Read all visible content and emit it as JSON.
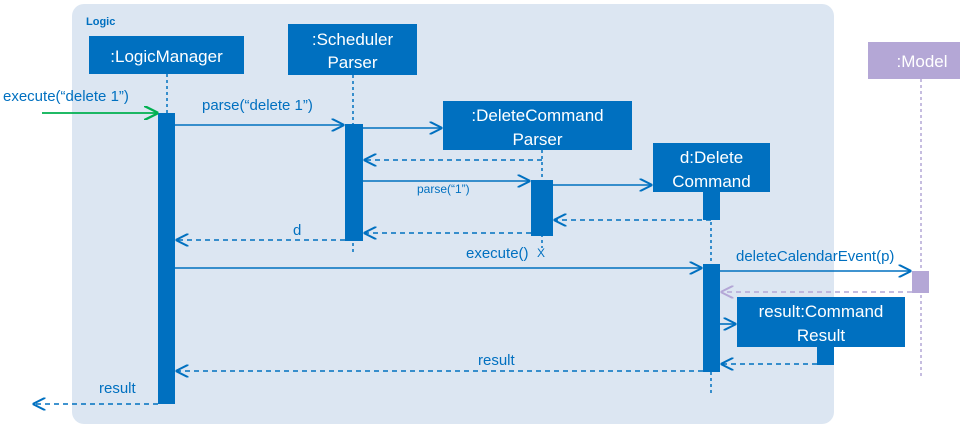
{
  "frame": {
    "title": "Logic"
  },
  "participants": {
    "logic_manager": ":LogicManager",
    "scheduler_parser": [
      ":Scheduler",
      "Parser"
    ],
    "delete_command_parser": [
      ":DeleteCommand",
      "Parser"
    ],
    "delete_command": [
      "d:Delete",
      "Command"
    ],
    "model": ":Model",
    "command_result": [
      "result:Command",
      "Result"
    ]
  },
  "messages": {
    "execute_in": "execute(“delete 1”)",
    "parse_delete": "parse(“delete 1”)",
    "parse_1": "parse(“1”)",
    "return_d": "d",
    "execute": "execute()",
    "destroy_mark": "X",
    "delete_calendar_event": "deleteCalendarEvent(p)",
    "return_result_inner": "result",
    "return_result_outer": "result"
  },
  "colors": {
    "logic_blue": "#0070C0",
    "frame_bg": "#DCE6F2",
    "model_purple": "#B4A7D6",
    "model_purple_dark": "#8E7CC3",
    "green": "#00B050"
  }
}
